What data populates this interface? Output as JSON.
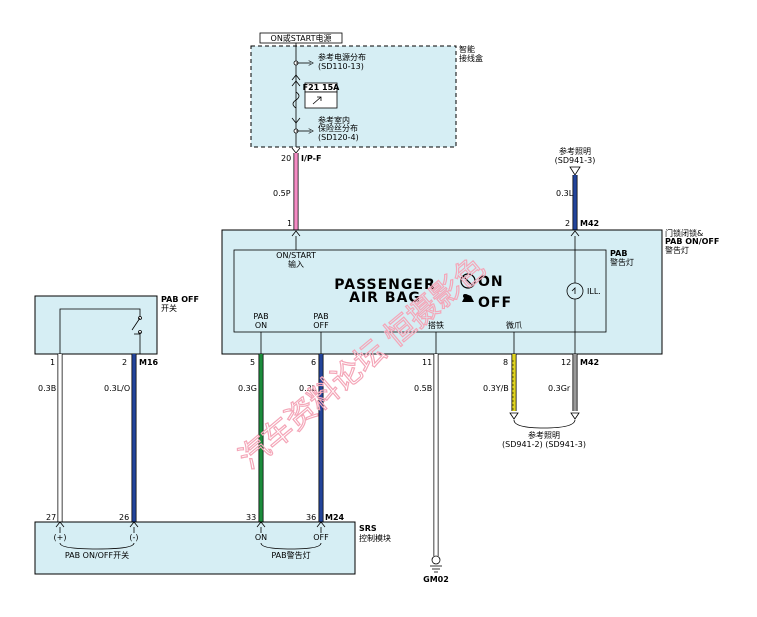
{
  "power_header": "ON或START电源",
  "junction_box": {
    "label_l1": "智能",
    "label_l2": "接线盒",
    "ref_power_l1": "参考电源分布",
    "ref_power_l2": "(SD110-13)",
    "fuse": "F21 15A",
    "ref_fuse_l1": "参考室内",
    "ref_fuse_l2": "保险丝分布",
    "ref_fuse_l2b": "(SD120-4)",
    "pin": "20",
    "connector": "I/P-F"
  },
  "wire_top_pink": "0.5P",
  "ref_lighting_top_l1": "参考照明",
  "ref_lighting_top_l2": "(SD941-3)",
  "wire_top_blue": "0.3L",
  "pab_module": {
    "pin_left": "1",
    "pin_right": "2",
    "connector_top": "M42",
    "label_l1": "门锁闭锁&",
    "label_l2": "PAB ON/OFF",
    "label_l3": "警告灯",
    "inner_label_l1": "PAB",
    "inner_label_l2": "警告灯",
    "on_start_l1": "ON/START",
    "on_start_l2": "输入",
    "passenger_l1": "PASSENGER",
    "passenger_l2": "AIR BAG",
    "on_text": "ON",
    "off_text": "OFF",
    "ill": "ILL.",
    "pab_on_l1": "PAB",
    "pab_on_l2": "ON",
    "pab_off_l1": "PAB",
    "pab_off_l2": "OFF",
    "ground": "搭铁",
    "dimmer": "微爪",
    "pins_bottom": [
      "5",
      "6",
      "11",
      "8",
      "12"
    ],
    "connector_bottom": "M42"
  },
  "wires_mid": [
    "0.3G",
    "0.3L",
    "0.5B",
    "0.3Y/B",
    "0.3Gr"
  ],
  "ref_lighting_bottom_l1": "参考照明",
  "ref_lighting_bottom_l2": "(SD941-2) (SD941-3)",
  "pab_switch": {
    "label_l1": "PAB OFF",
    "label_l2": "开关",
    "pin1": "1",
    "pin2": "2",
    "connector": "M16",
    "wire1": "0.3B",
    "wire2": "0.3L/O"
  },
  "srs_module": {
    "label_l1": "SRS",
    "label_l2": "控制模块",
    "pins": [
      "27",
      "26",
      "33",
      "36"
    ],
    "connector": "M24",
    "plus": "(+)",
    "minus": "(-)",
    "on": "ON",
    "off": "OFF",
    "switch_label": "PAB ON/OFF开关",
    "lamp_label": "PAB警告灯"
  },
  "ground_name": "GM02",
  "watermark": "汽车资料论坛 恒摄影色",
  "colors": {
    "box": "#d6eef4",
    "pink": "#f48cc4",
    "blue": "#23449a",
    "green": "#1c8c3c",
    "yellow": "#e0d420",
    "gray": "#9a9a9a",
    "watermark": "#f4a6b8"
  }
}
